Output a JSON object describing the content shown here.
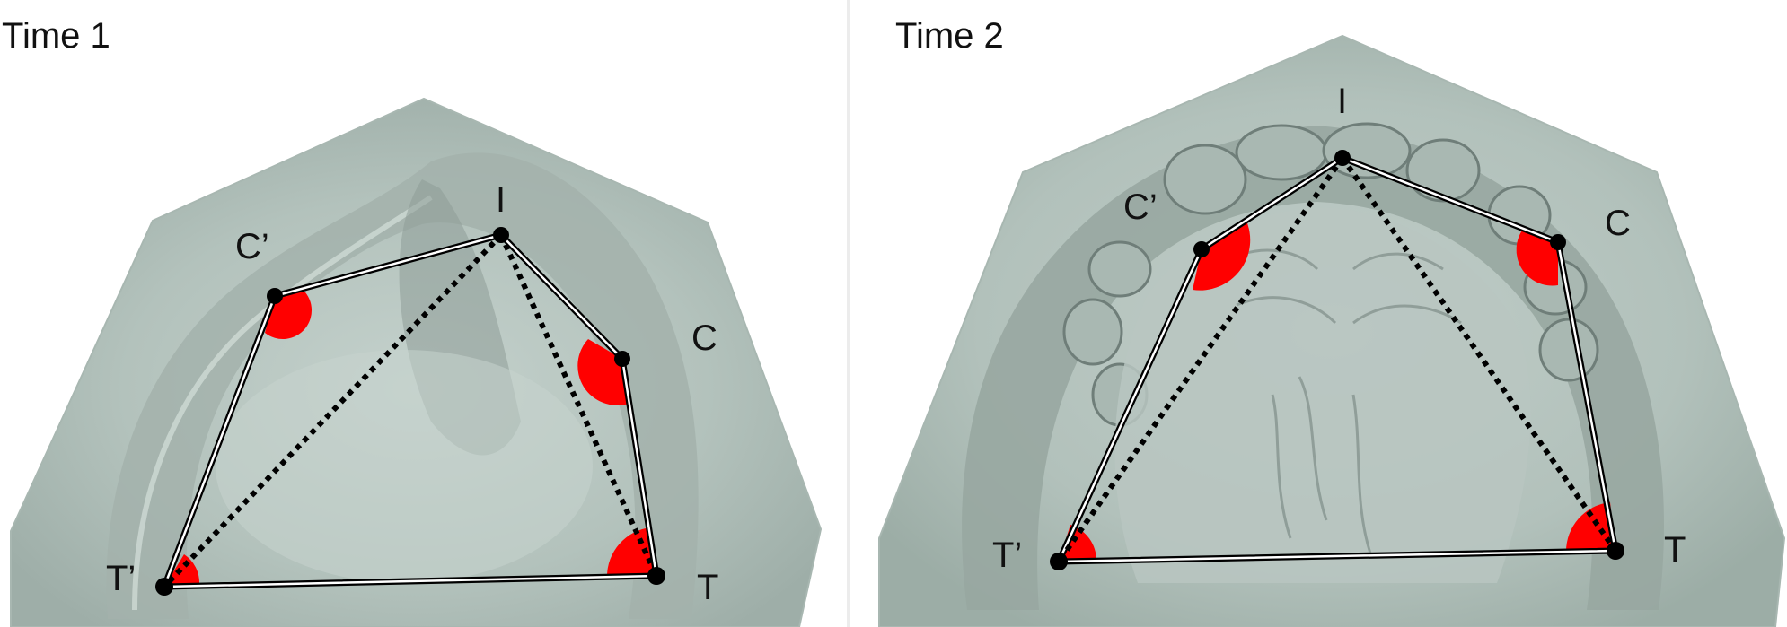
{
  "panels": [
    {
      "title": "Time 1",
      "labels": {
        "I": "I",
        "C": "C",
        "C_prime": "C’",
        "T": "T",
        "T_prime": "T’"
      }
    },
    {
      "title": "Time 2",
      "labels": {
        "I": "I",
        "C": "C",
        "C_prime": "C’",
        "T": "T",
        "T_prime": "T’"
      }
    }
  ],
  "colors": {
    "cast": "#b9c8c2",
    "cast_shadow": "#7f8e89",
    "angle_marker": "#ff0000",
    "line": "#000000",
    "background": "#ffffff"
  }
}
